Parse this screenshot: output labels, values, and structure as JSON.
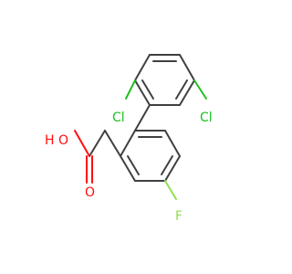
{
  "molecule": {
    "atoms": [
      {
        "id": "cl_left",
        "element": "Cl",
        "label": "Cl",
        "color": "#1fc01f"
      },
      {
        "id": "cl_right",
        "element": "Cl",
        "label": "Cl",
        "color": "#1fc01f"
      },
      {
        "id": "o_hydroxyl",
        "element": "O",
        "label": "O",
        "h_label": "H",
        "color": "#ff0d0d"
      },
      {
        "id": "o_carbonyl",
        "element": "O",
        "label": "O",
        "color": "#ff0d0d"
      },
      {
        "id": "fluorine",
        "element": "F",
        "label": "F",
        "color": "#90e050"
      }
    ],
    "bond_color": "#404040"
  }
}
